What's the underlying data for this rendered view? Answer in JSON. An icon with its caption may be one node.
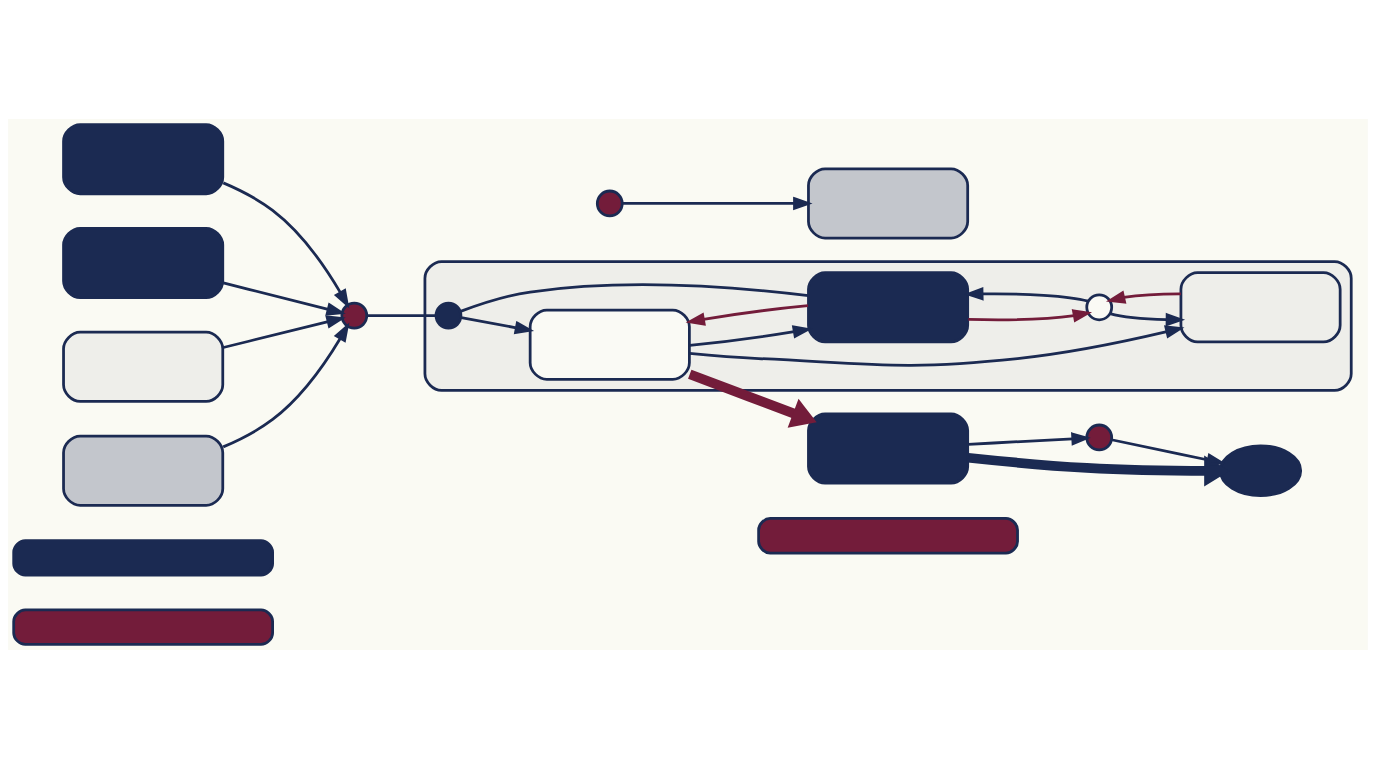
{
  "diagram": {
    "nodes": [
      {
        "text": [],
        "shape": "bar"
      },
      {
        "text": [],
        "shape": "bar"
      },
      {
        "text": [],
        "shape": "bar"
      },
      {
        "text": [],
        "shape": "box"
      },
      {
        "text": [],
        "shape": "box"
      },
      {
        "text": [],
        "shape": "box"
      },
      {
        "text": [],
        "shape": "box"
      },
      {
        "text": [],
        "shape": "circle"
      },
      {
        "text": [],
        "shape": "box"
      },
      {
        "text": [],
        "shape": "circle",
        "in": 8
      },
      {
        "text": [],
        "shape": "box",
        "in": 8
      },
      {
        "text": [],
        "shape": "box",
        "in": 8
      },
      {
        "text": [],
        "shape": "circle",
        "in": 8
      },
      {
        "text": [],
        "shape": "box",
        "in": 8
      },
      {
        "text": [],
        "shape": "circle"
      },
      {
        "text": [],
        "shape": "box"
      },
      {
        "text": [],
        "shape": "box"
      },
      {
        "text": [],
        "shape": "circle"
      },
      {
        "text": [],
        "shape": "cloud"
      }
    ],
    "edges": [
      {
        "from": 3,
        "to": 7,
        "arrow": "to"
      },
      {
        "from": 4,
        "to": 7,
        "arrow": "to"
      },
      {
        "from": 5,
        "to": 7,
        "arrow": "to"
      },
      {
        "from": 6,
        "to": 7,
        "arrow": "to"
      },
      {
        "from": 7,
        "to": 9,
        "arrow": "none"
      },
      {
        "from": 9,
        "to": 10,
        "arrow": "to"
      },
      {
        "from": 9,
        "to": 11,
        "arrow": "none"
      },
      {
        "from": 10,
        "to": 11,
        "arrow": "to"
      },
      {
        "from": 11,
        "to": 10,
        "arrow": "to",
        "color": "#731c3a"
      },
      {
        "from": 11,
        "to": 12,
        "arrow": "to",
        "color": "#731c3a"
      },
      {
        "from": 12,
        "to": 11,
        "arrow": "to"
      },
      {
        "from": 12,
        "to": 13,
        "arrow": "to"
      },
      {
        "from": 13,
        "to": 12,
        "arrow": "to",
        "color": "#731c3a"
      },
      {
        "from": 10,
        "to": 13,
        "arrow": "to"
      },
      {
        "from": 10,
        "to": 15,
        "arrow": "to",
        "style": "thick",
        "color": "#731c3a"
      },
      {
        "from": 15,
        "to": 18,
        "arrow": "to",
        "style": "thick"
      },
      {
        "from": 15,
        "to": 17,
        "arrow": "to"
      },
      {
        "from": 17,
        "to": 18,
        "arrow": "to"
      },
      {
        "from": 14,
        "to": 16,
        "arrow": "to"
      }
    ]
  }
}
